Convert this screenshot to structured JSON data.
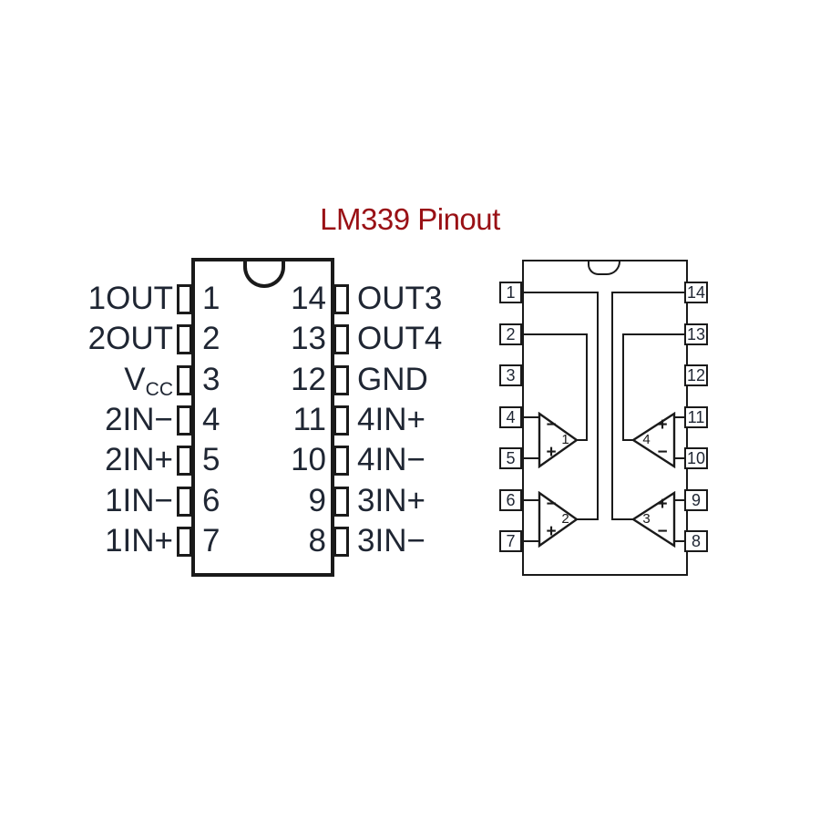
{
  "title": {
    "text": "LM339 Pinout"
  },
  "left_ic": {
    "pins_left": [
      {
        "number": "1",
        "label": "1OUT",
        "label_sub": ""
      },
      {
        "number": "2",
        "label": "2OUT",
        "label_sub": ""
      },
      {
        "number": "3",
        "label": "V",
        "label_sub": "CC"
      },
      {
        "number": "4",
        "label": "2IN−",
        "label_sub": ""
      },
      {
        "number": "5",
        "label": "2IN+",
        "label_sub": ""
      },
      {
        "number": "6",
        "label": "1IN−",
        "label_sub": ""
      },
      {
        "number": "7",
        "label": "1IN+",
        "label_sub": ""
      }
    ],
    "pins_right": [
      {
        "number": "14",
        "label": "OUT3"
      },
      {
        "number": "13",
        "label": "OUT4"
      },
      {
        "number": "12",
        "label": "GND"
      },
      {
        "number": "11",
        "label": "4IN+"
      },
      {
        "number": "10",
        "label": "4IN−"
      },
      {
        "number": "9",
        "label": "3IN+"
      },
      {
        "number": "8",
        "label": "3IN−"
      }
    ]
  },
  "right_ic": {
    "pins_left": [
      "1",
      "2",
      "3",
      "4",
      "5",
      "6",
      "7"
    ],
    "pins_right": [
      "14",
      "13",
      "12",
      "11",
      "10",
      "9",
      "8"
    ],
    "comparators": [
      {
        "label": "1",
        "direction": "right",
        "top_sign": "−",
        "bottom_sign": "+"
      },
      {
        "label": "2",
        "direction": "right",
        "top_sign": "−",
        "bottom_sign": "+"
      },
      {
        "label": "4",
        "direction": "left",
        "top_sign": "+",
        "bottom_sign": "−"
      },
      {
        "label": "3",
        "direction": "left",
        "top_sign": "+",
        "bottom_sign": "−"
      }
    ]
  },
  "colors": {
    "line": "#1a1a1a",
    "text": "#1f2633",
    "title": "#991015",
    "background": "#ffffff"
  }
}
